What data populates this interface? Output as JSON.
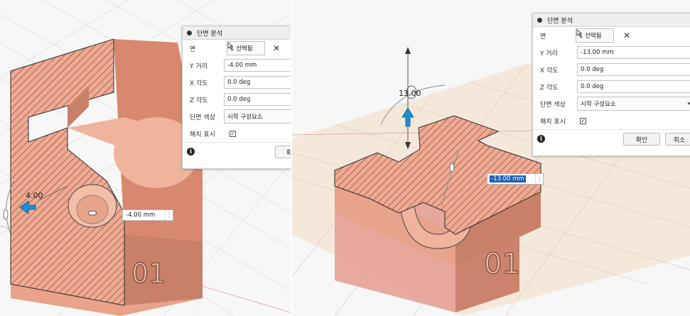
{
  "left_view": {
    "dimension_label": "4.00",
    "inline_value": "-4.00 mm",
    "panel": {
      "title": "단면 분석",
      "face_label": "면",
      "face_value": "1 선택됨",
      "y_distance_label": "Y 거리",
      "y_distance_value": "-4.00 mm",
      "x_angle_label": "X 각도",
      "x_angle_value": "0.0 deg",
      "z_angle_label": "Z 각도",
      "z_angle_value": "0.0 deg",
      "section_color_label": "단면 색상",
      "section_color_value": "시작 구성요소",
      "hatch_label": "해치 표시",
      "ok_label": "확"
    }
  },
  "right_view": {
    "dimension_label": "13.00",
    "inline_value": "-13.00 mm",
    "panel": {
      "title": "단면 분석",
      "face_label": "면",
      "face_value": "1 선택됨",
      "y_distance_label": "Y 거리",
      "y_distance_value": "-13.00 mm",
      "x_angle_label": "X 각도",
      "x_angle_value": "0.0 deg",
      "z_angle_label": "Z 각도",
      "z_angle_value": "0.0 deg",
      "section_color_label": "단면 색상",
      "section_color_value": "시작 구성요소",
      "hatch_label": "해치 표시",
      "ok_label": "확인",
      "cancel_label": "취소"
    }
  },
  "check_glyph": "✓",
  "close_glyph": "✕",
  "info_glyph": "i",
  "caret_glyph": "▾",
  "model_label": "01",
  "colors": {
    "part": "#e8a38a",
    "part_dark": "#c98068",
    "hatch": "#6a1e1e",
    "highlight": "#1f5fb5",
    "arrow": "#1c8fd6"
  }
}
